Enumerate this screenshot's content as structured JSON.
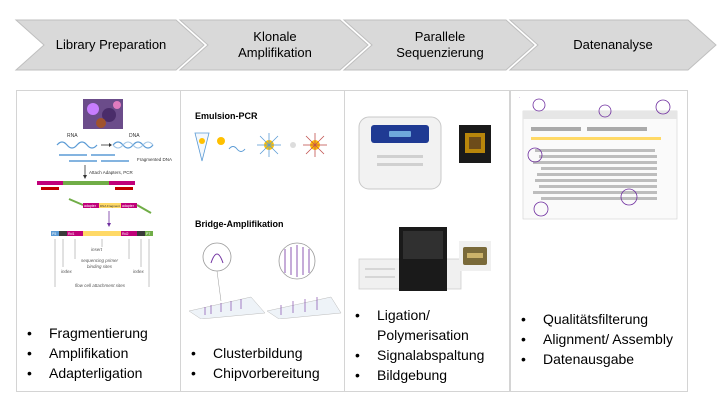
{
  "steps": [
    {
      "title": "Library Preparation",
      "bullets": [
        "Fragmentierung",
        "Amplifikation",
        "Adapterligation"
      ]
    },
    {
      "title_line1": "Klonale",
      "title_line2": "Amplifikation",
      "bullets": [
        "Clusterbildung",
        "Chipvorbereitung"
      ]
    },
    {
      "title_line1": "Parallele",
      "title_line2": "Sequenzierung",
      "bullets": [
        "Ligation/ Polymerisation",
        "Signalabspaltung",
        "Bildgebung"
      ]
    },
    {
      "title": "Datenanalyse",
      "bullets": [
        "Qualitätsfilterung",
        "Alignment/ Assembly",
        "Datenausgabe"
      ]
    }
  ],
  "library_figure": {
    "rna": "RNA",
    "dna": "DNA",
    "fragmented": "Fragmented DNA",
    "attach": "Attach Adapters, PCR",
    "adapter": "adapter",
    "dna_fragment": "DNA Fragment",
    "insert": "insert",
    "seq_primer": "sequencing primer",
    "binding_sites": "binding sites",
    "index": "index",
    "flow_cell": "flow cell attachment sites",
    "p5": "P5",
    "p7": "P7",
    "rd1": "Rd1",
    "rd2": "Rd2"
  },
  "clonal_figure": {
    "emulsion": "Emulsion-PCR",
    "bridge": "Bridge-Amplifikation"
  },
  "colors": {
    "chevron_fill": "#d9d9d9",
    "chevron_edge": "#bfbfbf",
    "dna_blue": "#5b9bd5",
    "adapter_magenta": "#c0007a",
    "adapter_green": "#70ad47",
    "primer_yellow": "#ffd966"
  }
}
